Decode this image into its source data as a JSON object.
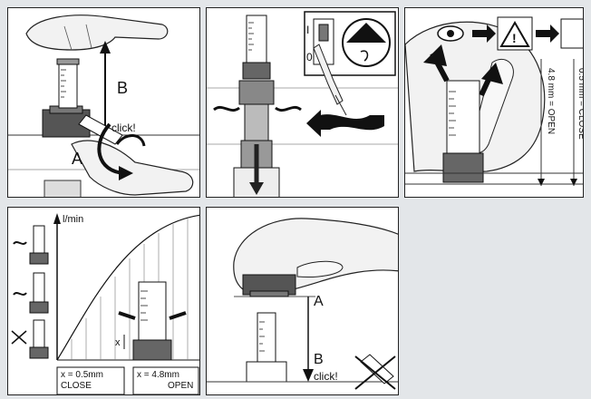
{
  "panel1": {
    "label_b": "B",
    "label_a": "A",
    "click": "click!"
  },
  "panel2": {
    "switch_i": "I",
    "switch_o": "0"
  },
  "panel3": {
    "open_label": "4.8 mm = OPEN",
    "close_label": "0.5 mm = CLOSE"
  },
  "panel4": {
    "axis_unit": "l/min",
    "x_label": "x",
    "close_box": {
      "value": "x = 0.5mm",
      "state": "CLOSE"
    },
    "open_box": {
      "value": "x = 4.8mm",
      "state": "OPEN"
    }
  },
  "panel5": {
    "label_a": "A",
    "label_b": "B",
    "click": "click!"
  },
  "colors": {
    "background": "#e3e6e9",
    "panel": "#ffffff",
    "ink": "#111111"
  }
}
